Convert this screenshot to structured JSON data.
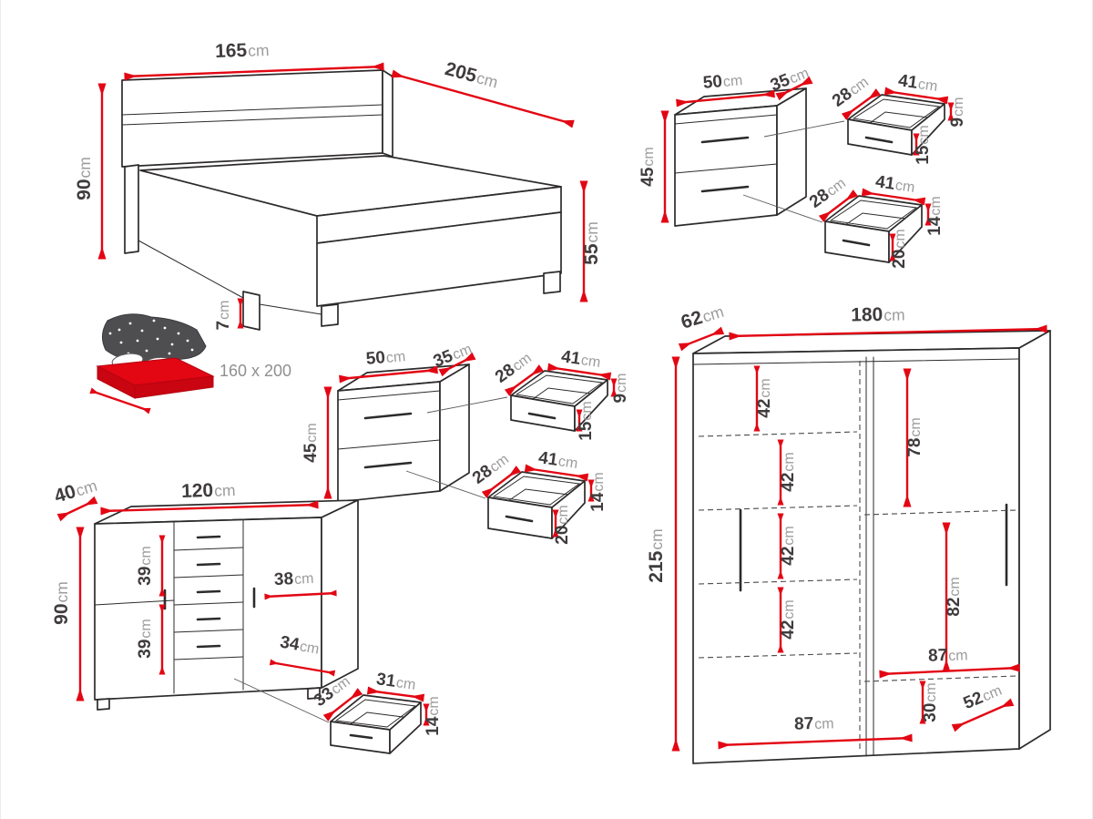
{
  "bed": {
    "width": {
      "v": "165",
      "u": "cm"
    },
    "length": {
      "v": "205",
      "u": "cm"
    },
    "headboard_height": {
      "v": "90",
      "u": "cm"
    },
    "foot_height": {
      "v": "55",
      "u": "cm"
    },
    "leg_height": {
      "v": "7",
      "u": "cm"
    },
    "mattress_size": "160 x 200"
  },
  "nightstand": {
    "width": {
      "v": "50",
      "u": "cm"
    },
    "depth": {
      "v": "35",
      "u": "cm"
    },
    "height": {
      "v": "45",
      "u": "cm"
    },
    "drawer_top": {
      "depth": {
        "v": "28",
        "u": "cm"
      },
      "width": {
        "v": "41",
        "u": "cm"
      },
      "back_height": {
        "v": "9",
        "u": "cm"
      },
      "front_height": {
        "v": "15",
        "u": "cm"
      }
    },
    "drawer_bottom": {
      "depth": {
        "v": "28",
        "u": "cm"
      },
      "width": {
        "v": "41",
        "u": "cm"
      },
      "back_height": {
        "v": "14",
        "u": "cm"
      },
      "front_height": {
        "v": "20",
        "u": "cm"
      }
    }
  },
  "dresser": {
    "depth": {
      "v": "40",
      "u": "cm"
    },
    "width": {
      "v": "120",
      "u": "cm"
    },
    "height": {
      "v": "90",
      "u": "cm"
    },
    "shelf_top": {
      "v": "39",
      "u": "cm"
    },
    "shelf_bottom": {
      "v": "39",
      "u": "cm"
    },
    "door_width": {
      "v": "38",
      "u": "cm"
    },
    "inner_width": {
      "v": "34",
      "u": "cm"
    },
    "drawer": {
      "depth": {
        "v": "33",
        "u": "cm"
      },
      "width": {
        "v": "31",
        "u": "cm"
      },
      "height": {
        "v": "14",
        "u": "cm"
      }
    }
  },
  "wardrobe": {
    "depth": {
      "v": "62",
      "u": "cm"
    },
    "width": {
      "v": "180",
      "u": "cm"
    },
    "height": {
      "v": "215",
      "u": "cm"
    },
    "section1": {
      "v": "42",
      "u": "cm"
    },
    "section2": {
      "v": "42",
      "u": "cm"
    },
    "section3": {
      "v": "42",
      "u": "cm"
    },
    "section4": {
      "v": "42",
      "u": "cm"
    },
    "hang_top": {
      "v": "78",
      "u": "cm"
    },
    "hang_bottom": {
      "v": "82",
      "u": "cm"
    },
    "shelf_width_right": {
      "v": "87",
      "u": "cm"
    },
    "bottom_height": {
      "v": "30",
      "u": "cm"
    },
    "bottom_depth": {
      "v": "52",
      "u": "cm"
    },
    "shelf_width_bottom": {
      "v": "87",
      "u": "cm"
    }
  }
}
